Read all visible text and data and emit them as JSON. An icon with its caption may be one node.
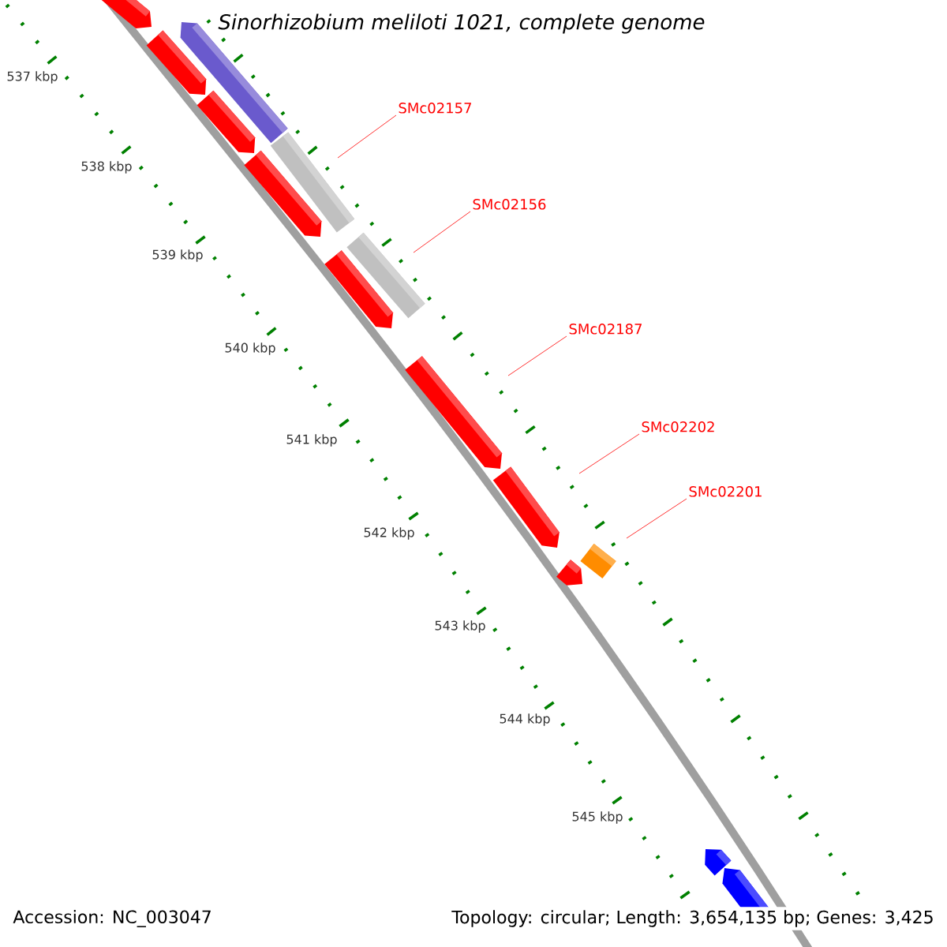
{
  "diagram": {
    "title": "Sinorhizobium meliloti 1021, complete genome",
    "nodes": [
      {
        "text": [
          "SMc02157"
        ]
      },
      {
        "text": [
          "SMc02156"
        ]
      },
      {
        "text": [
          "SMc02187"
        ]
      },
      {
        "text": [
          "SMc02202"
        ]
      },
      {
        "text": [
          "SMc02201"
        ]
      }
    ],
    "edges": [
      {
        "from": 0,
        "to": null,
        "arrow": "none",
        "color": "#ff0000"
      },
      {
        "from": 1,
        "to": null,
        "arrow": "none",
        "color": "#ff0000"
      },
      {
        "from": 2,
        "to": null,
        "arrow": "none",
        "color": "#ff0000"
      },
      {
        "from": 3,
        "to": null,
        "arrow": "none",
        "color": "#ff0000"
      },
      {
        "from": 4,
        "to": null,
        "arrow": "none",
        "color": "#ff0000"
      }
    ],
    "labels": [
      "537 kbp",
      "538 kbp",
      "539 kbp",
      "540 kbp",
      "541 kbp",
      "542 kbp",
      "543 kbp",
      "544 kbp",
      "545 kbp",
      "Accession: NC_003047",
      "Topology: circular; Length: 3,654,135 bp; Genes: 3,425"
    ]
  }
}
